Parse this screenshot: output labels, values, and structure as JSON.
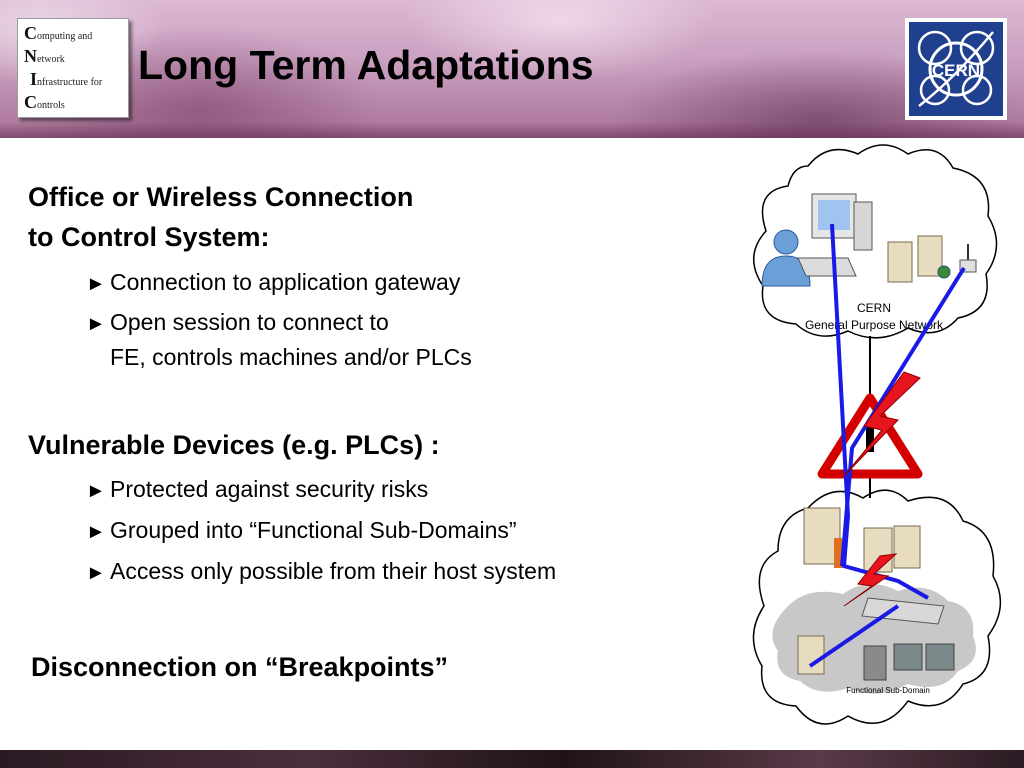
{
  "logo": {
    "line1_initial": "C",
    "line1_rest": "omputing and",
    "line2_initial": "N",
    "line2_rest": "etwork",
    "line3_initial": "I",
    "line3_rest": "nfrastructure for",
    "line4_initial": "C",
    "line4_rest": "ontrols"
  },
  "title": "Long Term Adaptations",
  "cern_logo_text": "CERN",
  "section1": {
    "heading_line1": "Office or Wireless Connection",
    "heading_line2": "to Control System:",
    "bullets": [
      {
        "line1": "Connection to application gateway"
      },
      {
        "line1": "Open session to connect to",
        "line2": "FE, controls machines and/or PLCs"
      }
    ]
  },
  "section2": {
    "heading": "Vulnerable Devices (e.g. PLCs) :",
    "bullets": [
      {
        "line1": "Protected against security risks"
      },
      {
        "line1": "Grouped into “Functional Sub-Domains”"
      },
      {
        "line1": "Access only possible from their host system"
      }
    ]
  },
  "section3": {
    "heading": "Disconnection on “Breakpoints”"
  },
  "bullet_marker": "►",
  "diagram": {
    "top_network_line1": "CERN",
    "top_network_line2": "General Purpose Network",
    "bottom_network": "Functional Sub-Domain"
  },
  "colors": {
    "header_purple": "#c99fbf",
    "cern_blue": "#1f3f8f",
    "link_blue": "#1a1ae6",
    "lightning_red": "#e8141e",
    "warning_red": "#d40000"
  }
}
